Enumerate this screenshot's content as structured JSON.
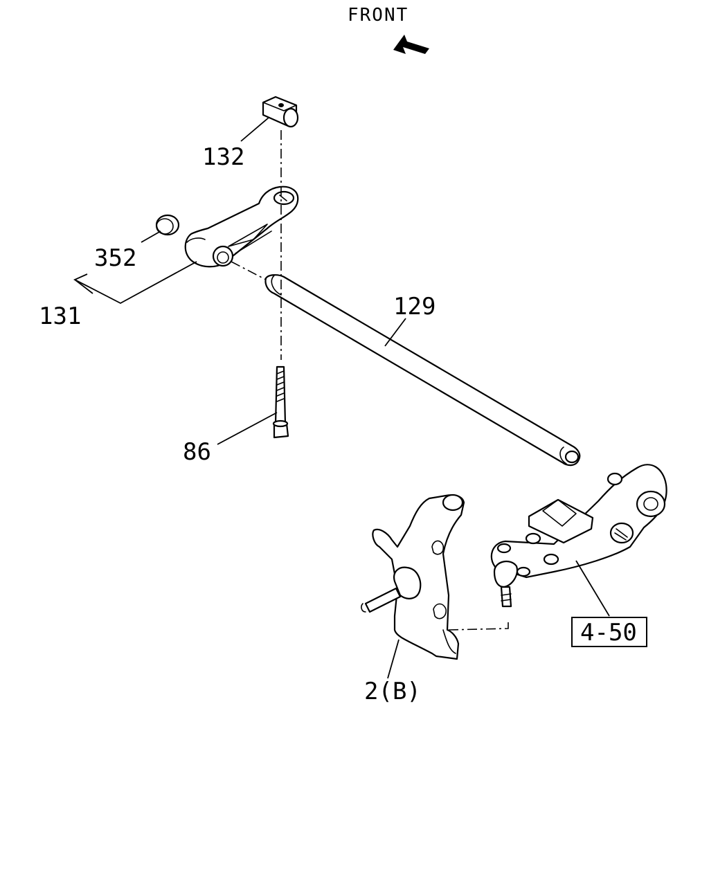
{
  "direction": {
    "label": "FRONT",
    "icon": "front-arrow-icon"
  },
  "callouts": {
    "p132": "132",
    "p352": "352",
    "p131": "131",
    "p129": "129",
    "p86": "86",
    "p2b": "2(B)",
    "p450": "4-50"
  }
}
